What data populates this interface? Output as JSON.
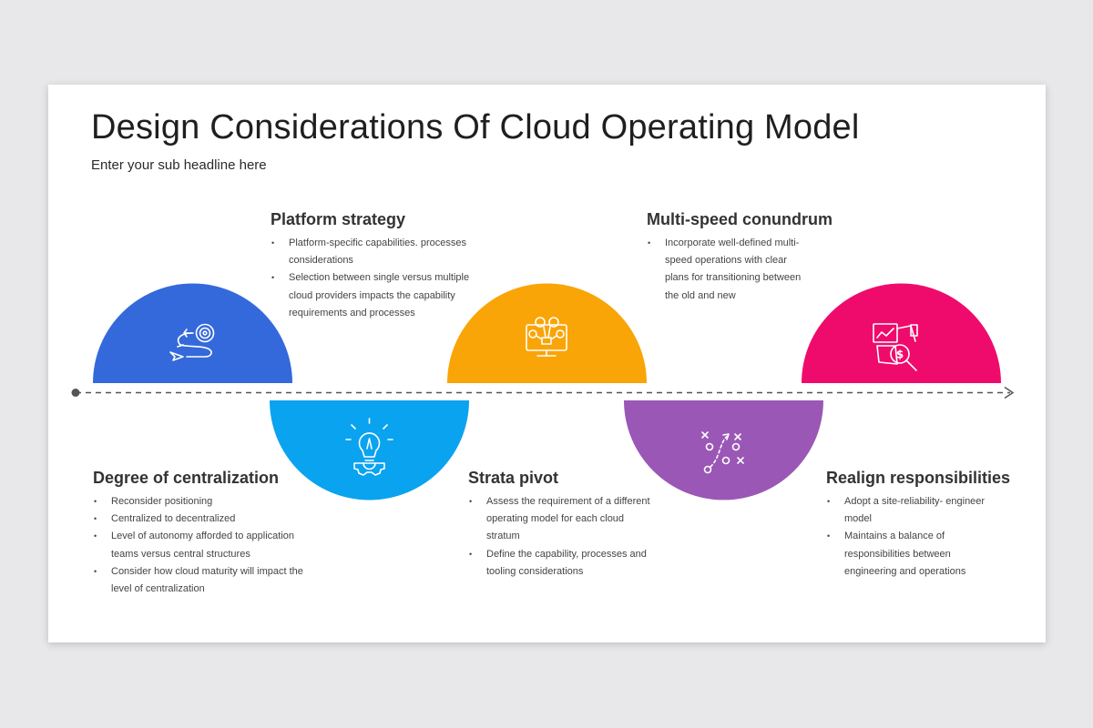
{
  "title": "Design Considerations Of Cloud Operating Model",
  "subtitle": "Enter your sub headline here",
  "colors": {
    "blue": "#3469db",
    "cyan": "#0aa3ef",
    "orange": "#f9a507",
    "purple": "#9a57b6",
    "pink": "#ef0b6c",
    "axis": "#555555"
  },
  "steps": [
    {
      "id": "platform",
      "heading": "Platform strategy",
      "icon": "target-path-icon",
      "color": "blue",
      "bullets": [
        "Platform-specific capabilities. processes considerations",
        "Selection between single versus multiple cloud providers impacts the capability requirements and processes"
      ]
    },
    {
      "id": "centralization",
      "heading": "Degree of centralization",
      "icon": "lightbulb-gear-icon",
      "color": "cyan",
      "bullets": [
        "Reconsider positioning",
        "Centralized to decentralized",
        "Level of autonomy afforded to application teams versus central structures",
        "Consider how cloud maturity will impact the level of centralization"
      ]
    },
    {
      "id": "multispeed",
      "heading": "Multi-speed conundrum",
      "icon": "monitor-network-icon",
      "color": "orange",
      "bullets": [
        "Incorporate well-defined multi-speed operations with clear plans for transitioning between the old and new"
      ]
    },
    {
      "id": "strata",
      "heading": "Strata pivot",
      "icon": "strategy-play-icon",
      "color": "purple",
      "bullets": [
        "Assess the requirement of a different operating model for each cloud stratum",
        "Define the capability, processes and tooling considerations"
      ]
    },
    {
      "id": "realign",
      "heading": "Realign responsibilities",
      "icon": "finance-analysis-icon",
      "color": "pink",
      "bullets": [
        "Adopt a site-reliability- engineer model",
        "Maintains a balance of responsibilities between engineering and operations"
      ]
    }
  ]
}
